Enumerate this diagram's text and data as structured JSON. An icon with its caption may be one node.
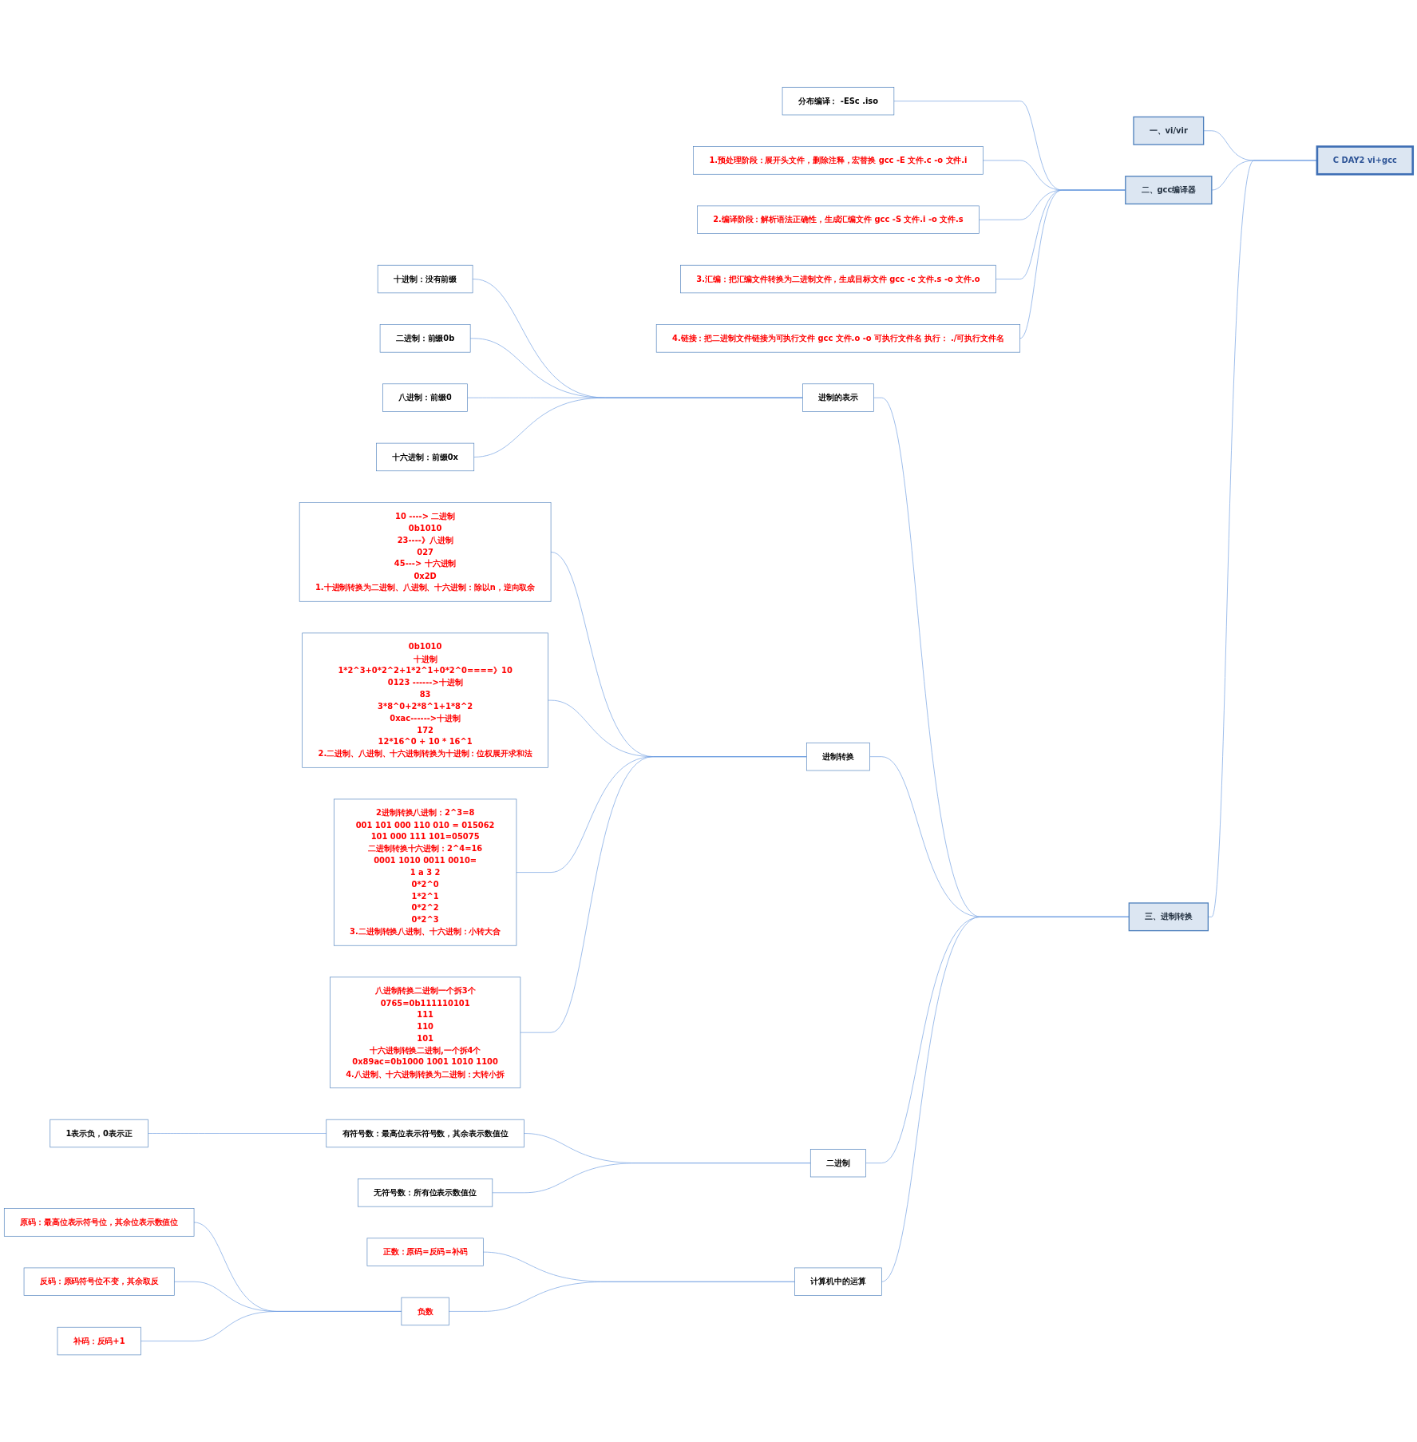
{
  "diagram": {
    "nodes": [
      {
        "text": [
          "C DAY2 vi+gcc"
        ]
      },
      {
        "text": [
          "一、vi/vir"
        ]
      },
      {
        "text": [
          "二、gcc编译器"
        ]
      },
      {
        "text": [
          "分布编译： -ESc .iso"
        ]
      },
      {
        "text": [
          "1.预处理阶段：展开头文件，删除注释，宏替换 gcc -E 文件.c -o 文件.i"
        ]
      },
      {
        "text": [
          "2.编译阶段：解析语法正确性，生成汇编文件 gcc -S 文件.i -o 文件.s"
        ]
      },
      {
        "text": [
          "3.汇编：把汇编文件转换为二进制文件，生成目标文件 gcc -c 文件.s -o 文件.o"
        ]
      },
      {
        "text": [
          "4.链接：把二进制文件链接为可执行文件 gcc 文件.o -o 可执行文件名 执行： ./可执行文件名"
        ]
      },
      {
        "text": [
          "三、进制转换"
        ]
      },
      {
        "text": [
          "进制的表示"
        ]
      },
      {
        "text": [
          "十进制：没有前缀"
        ]
      },
      {
        "text": [
          "二进制：前缀0b"
        ]
      },
      {
        "text": [
          "八进制：前缀0"
        ]
      },
      {
        "text": [
          "十六进制：前缀0x"
        ]
      },
      {
        "text": [
          "进制转换"
        ]
      },
      {
        "text": [
          "10 ----> 二进制",
          "0b1010",
          "23----》八进制",
          "027",
          "45---> 十六进制",
          "0x2D",
          "1.十进制转换为二进制、八进制、十六进制：除以n，逆向取余"
        ]
      },
      {
        "text": [
          "0b1010",
          "十进制",
          "1*2^3+0*2^2+1*2^1+0*2^0====》10",
          "0123 ------>十进制",
          "83",
          "3*8^0+2*8^1+1*8^2",
          "0xac------>十进制",
          "172",
          "12*16^0 + 10 * 16^1",
          "2.二进制、八进制、十六进制转换为十进制：位权展开求和法"
        ]
      },
      {
        "text": [
          "2进制转换八进制：2^3=8",
          "001 101 000 110 010 = 015062",
          "101 000 111 101=05075",
          "二进制转换十六进制：2^4=16",
          "0001 1010 0011 0010=",
          "1 a 3 2",
          "0*2^0",
          "1*2^1",
          "0*2^2",
          "0*2^3",
          "3.二进制转换八进制、十六进制：小转大合"
        ]
      },
      {
        "text": [
          "八进制转换二进制一个拆3个",
          "0765=0b111110101",
          "111",
          "110",
          "101",
          "十六进制转换二进制,一个拆4个",
          "0x89ac=0b1000 1001 1010 1100",
          "4.八进制、十六进制转换为二进制：大转小拆"
        ]
      },
      {
        "text": [
          "二进制"
        ]
      },
      {
        "text": [
          "有符号数：最高位表示符号数，其余表示数值位"
        ]
      },
      {
        "text": [
          "1表示负，0表示正"
        ]
      },
      {
        "text": [
          "无符号数：所有位表示数值位"
        ]
      },
      {
        "text": [
          "计算机中的运算"
        ]
      },
      {
        "text": [
          "正数：原码=反码=补码"
        ]
      },
      {
        "text": [
          "负数"
        ]
      },
      {
        "text": [
          "原码：最高位表示符号位，其余位表示数值位"
        ]
      },
      {
        "text": [
          "反码：原码符号位不变，其余取反"
        ]
      },
      {
        "text": [
          "补码：反码+1"
        ]
      }
    ],
    "edges": [
      {
        "from": 0,
        "to": 1,
        "arrow": "none"
      },
      {
        "from": 0,
        "to": 2,
        "arrow": "none"
      },
      {
        "from": 2,
        "to": 3,
        "arrow": "none"
      },
      {
        "from": 2,
        "to": 4,
        "arrow": "none"
      },
      {
        "from": 2,
        "to": 5,
        "arrow": "none"
      },
      {
        "from": 2,
        "to": 6,
        "arrow": "none"
      },
      {
        "from": 2,
        "to": 7,
        "arrow": "none"
      },
      {
        "from": 0,
        "to": 8,
        "arrow": "none"
      },
      {
        "from": 8,
        "to": 9,
        "arrow": "none"
      },
      {
        "from": 9,
        "to": 10,
        "arrow": "none"
      },
      {
        "from": 9,
        "to": 11,
        "arrow": "none"
      },
      {
        "from": 9,
        "to": 12,
        "arrow": "none"
      },
      {
        "from": 9,
        "to": 13,
        "arrow": "none"
      },
      {
        "from": 8,
        "to": 14,
        "arrow": "none"
      },
      {
        "from": 14,
        "to": 15,
        "arrow": "none"
      },
      {
        "from": 14,
        "to": 16,
        "arrow": "none"
      },
      {
        "from": 14,
        "to": 17,
        "arrow": "none"
      },
      {
        "from": 14,
        "to": 18,
        "arrow": "none"
      },
      {
        "from": 8,
        "to": 19,
        "arrow": "none"
      },
      {
        "from": 19,
        "to": 20,
        "arrow": "none"
      },
      {
        "from": 20,
        "to": 21,
        "arrow": "none"
      },
      {
        "from": 19,
        "to": 22,
        "arrow": "none"
      },
      {
        "from": 8,
        "to": 23,
        "arrow": "none"
      },
      {
        "from": 23,
        "to": 24,
        "arrow": "none"
      },
      {
        "from": 23,
        "to": 25,
        "arrow": "none"
      },
      {
        "from": 25,
        "to": 26,
        "arrow": "none"
      },
      {
        "from": 25,
        "to": 27,
        "arrow": "none"
      },
      {
        "from": 25,
        "to": 28,
        "arrow": "none"
      }
    ]
  }
}
